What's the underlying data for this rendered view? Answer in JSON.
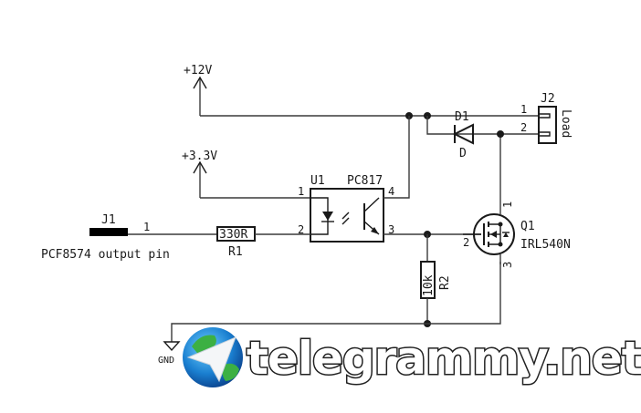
{
  "schematic": {
    "power_rails": {
      "v12": "+12V",
      "v33": "+3.3V",
      "gnd": "GND"
    },
    "j1": {
      "ref": "J1",
      "pin": "1",
      "description": "PCF8574 output pin"
    },
    "r1": {
      "ref": "R1",
      "value": "330R"
    },
    "u1": {
      "ref": "U1",
      "value": "PC817",
      "pins": [
        "1",
        "2",
        "3",
        "4"
      ]
    },
    "r2": {
      "ref": "R2",
      "value": "10k"
    },
    "q1": {
      "ref": "Q1",
      "value": "IRL540N",
      "pins": [
        "1",
        "2",
        "3"
      ]
    },
    "d1": {
      "ref": "D1",
      "value": "D"
    },
    "j2": {
      "ref": "J2",
      "value": "Load",
      "pins": [
        "1",
        "2"
      ]
    }
  },
  "watermark": {
    "text": "telegrammy.net",
    "icon": "telegram-globe-icon"
  },
  "colors": {
    "wire": "#3a3a3a",
    "ink": "#1a1a1a",
    "background": "#ffffff"
  }
}
